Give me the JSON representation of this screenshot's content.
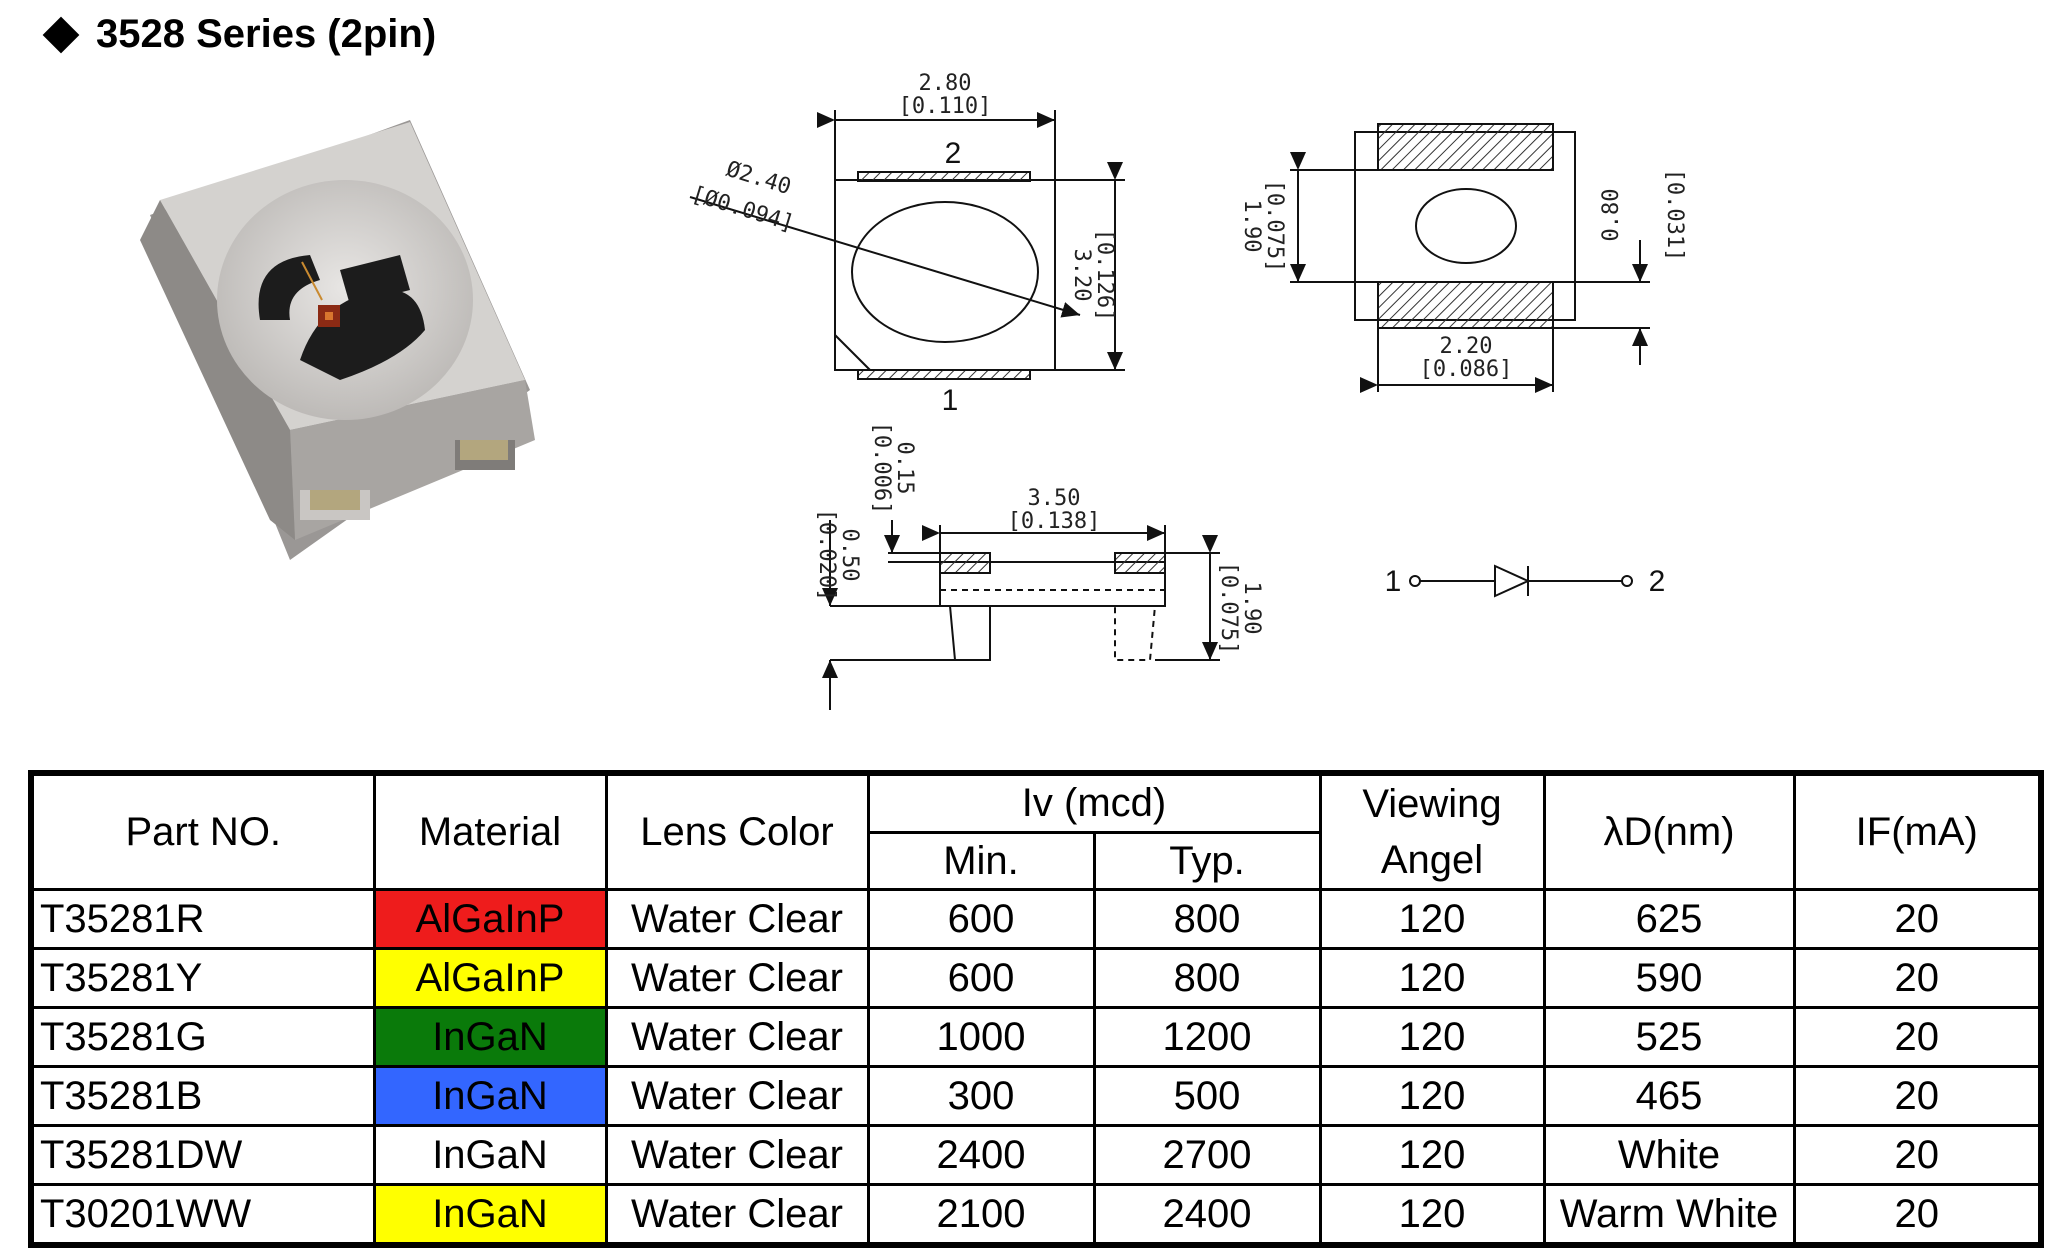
{
  "title": "3528 Series (2pin)",
  "drawing": {
    "top_width": "2.80",
    "top_width_in": "[0.110]",
    "lens_dia": "Ø2.40",
    "lens_dia_in": "[Ø0.094]",
    "length": "3.20",
    "length_in": "[0.126]",
    "pin_top": "2",
    "pin_bottom": "1",
    "pad_gap": "1.90",
    "pad_gap_in": "[0.075]",
    "pad_len": "0.80",
    "pad_len_in": "[0.031]",
    "pad_width": "2.20",
    "pad_width_in": "[0.086]",
    "side_len": "3.50",
    "side_len_in": "[0.138]",
    "lip": "0.15",
    "lip_in": "[0.006]",
    "stand": "0.50",
    "stand_in": "[0.020]",
    "height": "1.90",
    "height_in": "[0.075]",
    "sym_pin1": "1",
    "sym_pin2": "2"
  },
  "table": {
    "headers": {
      "part": "Part NO.",
      "material": "Material",
      "lens": "Lens Color",
      "iv": "Iv (mcd)",
      "min": "Min.",
      "typ": "Typ.",
      "viewing": "Viewing Angel",
      "wavelength": "λD(nm)",
      "if": "IF(mA)"
    },
    "rows": [
      {
        "part": "T35281R",
        "material": "AlGaInP",
        "material_bg": "#ee1c1c",
        "lens": "Water Clear",
        "min": "600",
        "typ": "800",
        "angle": "120",
        "wavelength": "625",
        "if": "20"
      },
      {
        "part": "T35281Y",
        "material": "AlGaInP",
        "material_bg": "#ffff00",
        "lens": "Water Clear",
        "min": "600",
        "typ": "800",
        "angle": "120",
        "wavelength": "590",
        "if": "20"
      },
      {
        "part": "T35281G",
        "material": "InGaN",
        "material_bg": "#0a7a0a",
        "lens": "Water Clear",
        "min": "1000",
        "typ": "1200",
        "angle": "120",
        "wavelength": "525",
        "if": "20"
      },
      {
        "part": "T35281B",
        "material": "InGaN",
        "material_bg": "#3366ff",
        "lens": "Water Clear",
        "min": "300",
        "typ": "500",
        "angle": "120",
        "wavelength": "465",
        "if": "20"
      },
      {
        "part": "T35281DW",
        "material": "InGaN",
        "material_bg": "#ffffff",
        "lens": "Water Clear",
        "min": "2400",
        "typ": "2700",
        "angle": "120",
        "wavelength": "White",
        "if": "20"
      },
      {
        "part": "T30201WW",
        "material": "InGaN",
        "material_bg": "#ffff00",
        "lens": "Water Clear",
        "min": "2100",
        "typ": "2400",
        "angle": "120",
        "wavelength": "Warm White",
        "if": "20"
      }
    ]
  }
}
